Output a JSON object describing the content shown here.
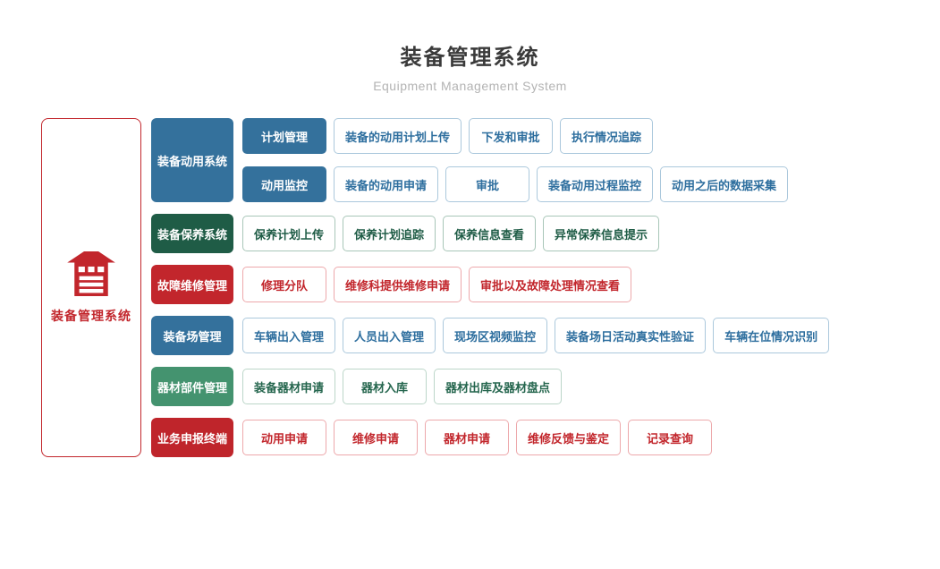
{
  "header": {
    "title": "装备管理系统",
    "subtitle": "Equipment Management System"
  },
  "root": {
    "label": "装备管理系统",
    "icon": "garage-icon"
  },
  "colors": {
    "blue": "#34719C",
    "dark_green": "#1F5C46",
    "green": "#44936F",
    "red": "#C2262C",
    "dark_red": "#BF252B",
    "leaf_blue_text": "#2D6E9E",
    "leaf_blue_border": "#ABC8DC",
    "leaf_dark_green_text": "#1F5C46",
    "leaf_dark_green_border": "#A8C6B8",
    "leaf_red_text": "#C2262C",
    "leaf_red_border": "#EDA8AB",
    "leaf_green_text": "#25664E",
    "leaf_green_border": "#BCD6C9"
  },
  "branches": [
    {
      "label": "装备动用系统",
      "theme": "blue",
      "groups": [
        {
          "label": "计划管理",
          "items": [
            "装备的动用计划上传",
            "下发和审批",
            "执行情况追踪"
          ]
        },
        {
          "label": "动用监控",
          "items": [
            "装备的动用申请",
            "审批",
            "装备动用过程监控",
            "动用之后的数据采集"
          ]
        }
      ]
    },
    {
      "label": "装备保养系统",
      "theme": "dgreen",
      "items": [
        "保养计划上传",
        "保养计划追踪",
        "保养信息查看",
        "异常保养信息提示"
      ]
    },
    {
      "label": "故障维修管理",
      "theme": "red",
      "items": [
        "修理分队",
        "维修科提供维修申请",
        "审批以及故障处理情况查看"
      ]
    },
    {
      "label": "装备场管理",
      "theme": "blue",
      "items": [
        "车辆出入管理",
        "人员出入管理",
        "现场区视频监控",
        "装备场日活动真实性验证",
        "车辆在位情况识别"
      ]
    },
    {
      "label": "器材部件管理",
      "theme": "green",
      "items": [
        "装备器材申请",
        "器材入库",
        "器材出库及器材盘点"
      ]
    },
    {
      "label": "业务申报终端",
      "theme": "dred",
      "items": [
        "动用申请",
        "维修申请",
        "器材申请",
        "维修反馈与鉴定",
        "记录查询"
      ]
    }
  ]
}
